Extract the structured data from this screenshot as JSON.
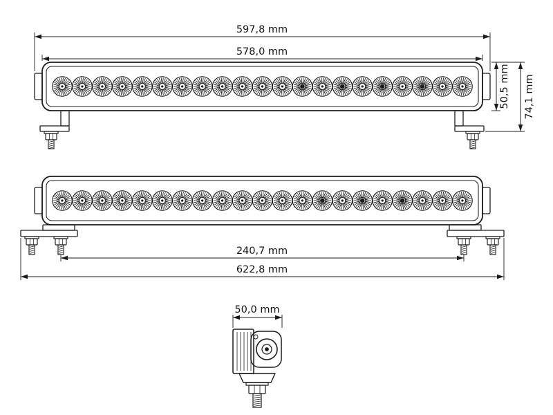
{
  "page": {
    "background": "#ffffff"
  },
  "drawing": {
    "title": "LED light bar technical dimension drawing",
    "line_color": "#1c1c1c",
    "views": {
      "front": {
        "led_count": 21,
        "dark_led_indexes": [
          12,
          14,
          16,
          18
        ]
      },
      "mounted": {
        "led_count": 21,
        "dark_led_indexes": [
          13,
          15,
          17
        ]
      }
    },
    "dimensions": {
      "outer_width": "597,8 mm",
      "body_width": "578,0 mm",
      "body_height": "50,5 mm",
      "total_height": "74,1 mm",
      "bolt_spacing": "240,7 mm",
      "overall_width_with_brackets": "622,8 mm",
      "side_width": "50,0 mm"
    }
  }
}
